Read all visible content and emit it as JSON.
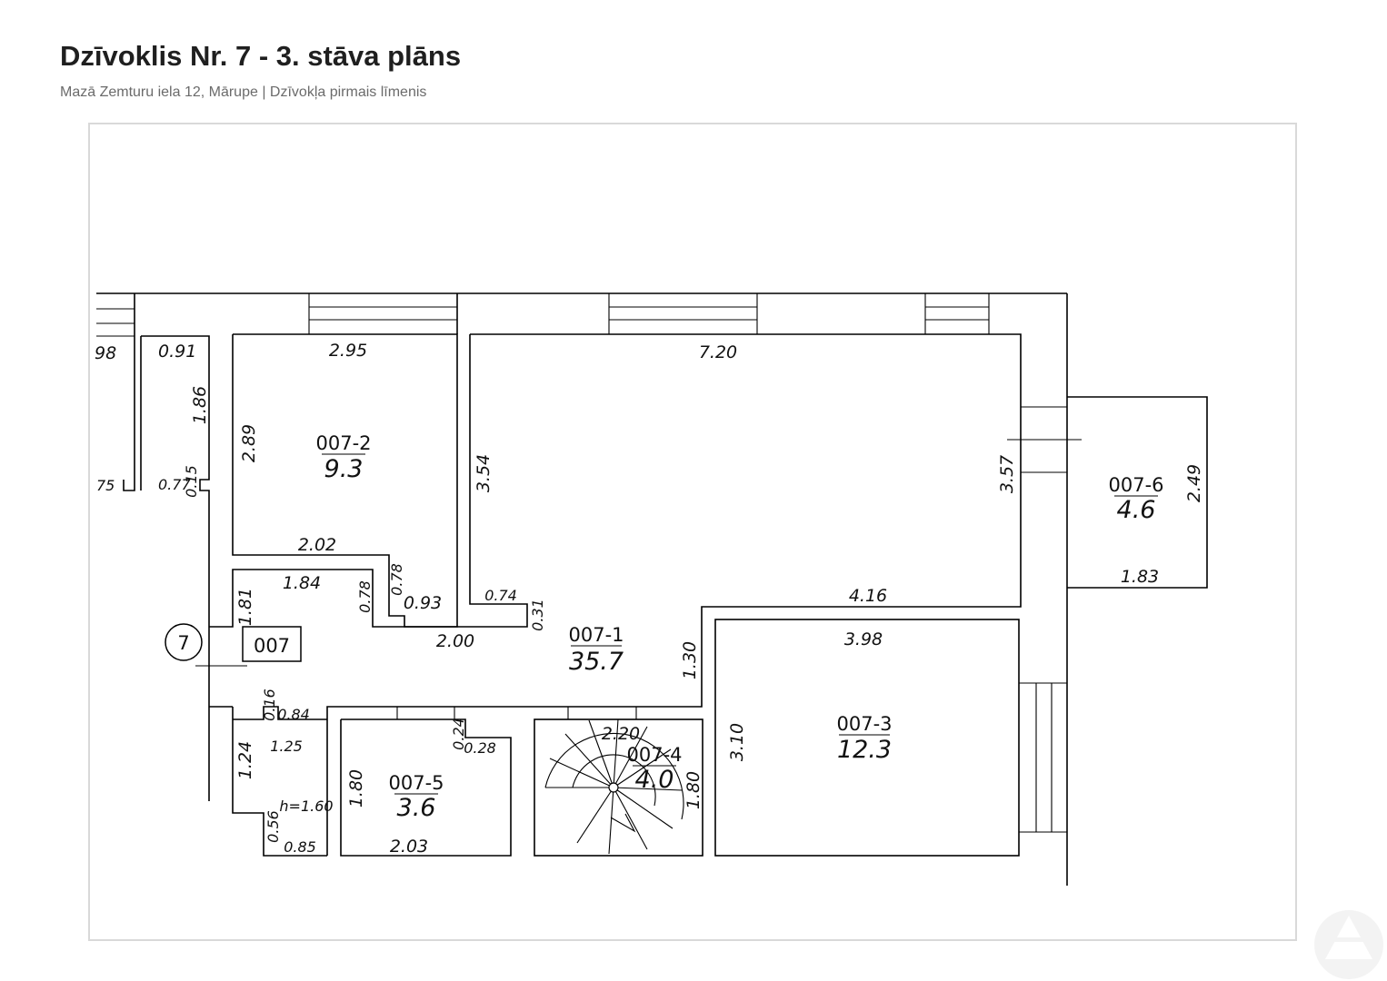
{
  "header": {
    "title": "Dzīvoklis Nr. 7 - 3. stāva plāns",
    "subtitle": "Mazā Zemturu iela 12, Mārupe | Dzīvokļa pirmais līmenis"
  },
  "plan": {
    "unit_label": "007",
    "entrance_marker": "7",
    "rooms": [
      {
        "id": "007-1",
        "area": "35.7"
      },
      {
        "id": "007-2",
        "area": "9.3"
      },
      {
        "id": "007-3",
        "area": "12.3"
      },
      {
        "id": "007-4",
        "area": "4.0"
      },
      {
        "id": "007-5",
        "area": "3.6"
      },
      {
        "id": "007-6",
        "area": "4.6"
      }
    ],
    "dimensions": {
      "d_98": "98",
      "d_091": "0.91",
      "d_186": "1.86",
      "d_75": "75",
      "d_077": "0.77",
      "d_015": "0.15",
      "d_295": "2.95",
      "d_289": "2.89",
      "d_202": "2.02",
      "d_184": "1.84",
      "d_078a": "0.78",
      "d_078b": "0.78",
      "d_093": "0.93",
      "d_181": "1.81",
      "d_200": "2.00",
      "d_720": "7.20",
      "d_354": "3.54",
      "d_074": "0.74",
      "d_031": "0.31",
      "d_357": "3.57",
      "d_416": "4.16",
      "d_130": "1.30",
      "d_398": "3.98",
      "d_310": "3.10",
      "d_249": "2.49",
      "d_183": "1.83",
      "d_016": "0.16",
      "d_084": "0.84",
      "d_125": "1.25",
      "d_124": "1.24",
      "d_h160": "h=1.60",
      "d_056": "0.56",
      "d_085": "0.85",
      "d_180a": "1.80",
      "d_203": "2.03",
      "d_024": "0.24",
      "d_028": "0.28",
      "d_220": "2.20",
      "d_180b": "1.80"
    }
  }
}
